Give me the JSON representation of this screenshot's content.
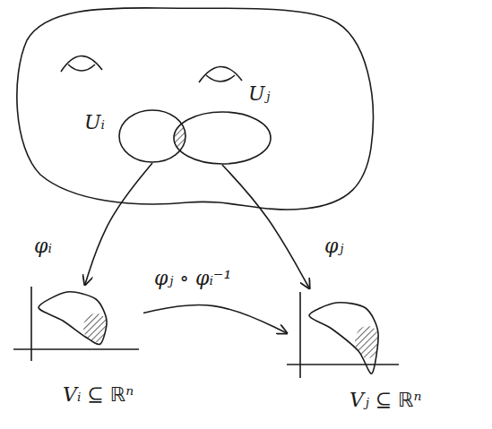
{
  "diagram": {
    "nodes": [
      {
        "text": [
          "Uᵢ"
        ]
      },
      {
        "text": [
          "Uⱼ"
        ]
      },
      {
        "text": [
          "Vᵢ ⊆ ℝⁿ"
        ]
      },
      {
        "text": [
          "Vⱼ ⊆ ℝⁿ"
        ]
      }
    ],
    "edges": [
      {
        "from": 0,
        "to": 2,
        "arrow": "to",
        "label": "φᵢ"
      },
      {
        "from": 1,
        "to": 3,
        "arrow": "to",
        "label": "φⱼ"
      },
      {
        "from": 2,
        "to": 3,
        "arrow": "to",
        "label": "φⱼ ∘ φᵢ⁻¹"
      }
    ]
  }
}
